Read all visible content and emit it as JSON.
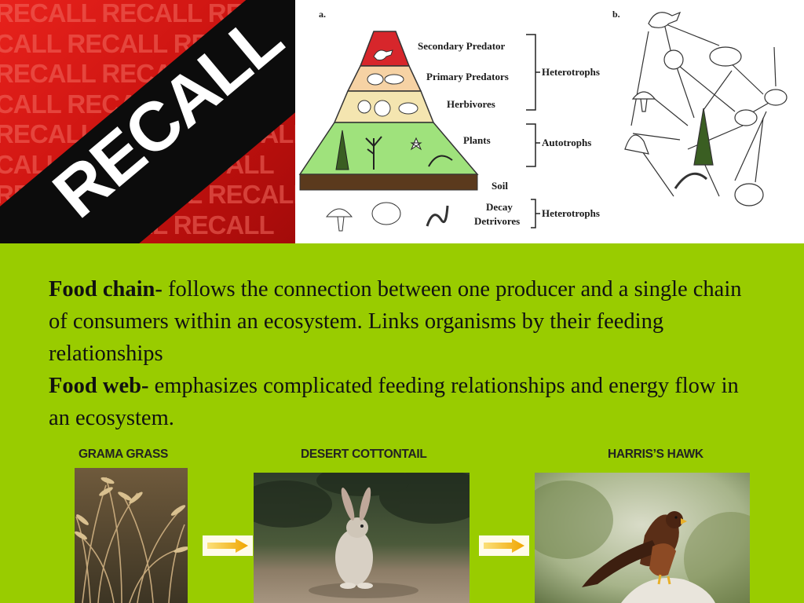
{
  "banner": {
    "word": "RECALL",
    "bg_rows": [
      "RECALL RECALL RECALL",
      "RECALL RECALL RECALL",
      "RECALL RECALL RECALL",
      "RECALL RECALL RECALL",
      "RECALL RECALL RECALL",
      "RECALL RECALL RECALL",
      "RECALL RECALL RECALL",
      "RECALL RECALL RECALL"
    ]
  },
  "diagram": {
    "panel_a_label": "a.",
    "panel_b_label": "b.",
    "levels": {
      "secondary_predator": "Secondary Predator",
      "primary_predators": "Primary Predators",
      "herbivores": "Herbivores",
      "plants": "Plants",
      "soil": "Soil",
      "decay": "Decay",
      "detrivores": "Detrivores"
    },
    "groups": {
      "heterotrophs_top": "Heterotrophs",
      "autotrophs": "Autotrophs",
      "heterotrophs_bottom": "Heterotrophs"
    }
  },
  "text": {
    "food_chain_term": "Food chain-",
    "food_chain_def": " follows the connection between one producer and a single chain of consumers within an ecosystem. Links organisms by their feeding relationships",
    "food_web_term": "Food web-",
    "food_web_def": " emphasizes complicated feeding relationships and energy flow in an ecosystem."
  },
  "chain": {
    "grass_label": "GRAMA GRASS",
    "rabbit_label": "DESERT COTTONTAIL",
    "hawk_label": "HARRIS’S HAWK"
  },
  "colors": {
    "background": "#99cc00",
    "banner_red": "#d8180f",
    "arrow": "#f0a500",
    "plants_level": "#9fe27c",
    "herbivores_level": "#f4e5b0",
    "predators_level": "#f6d2a4",
    "top_level": "#d7262b",
    "soil": "#5b3a1d"
  }
}
